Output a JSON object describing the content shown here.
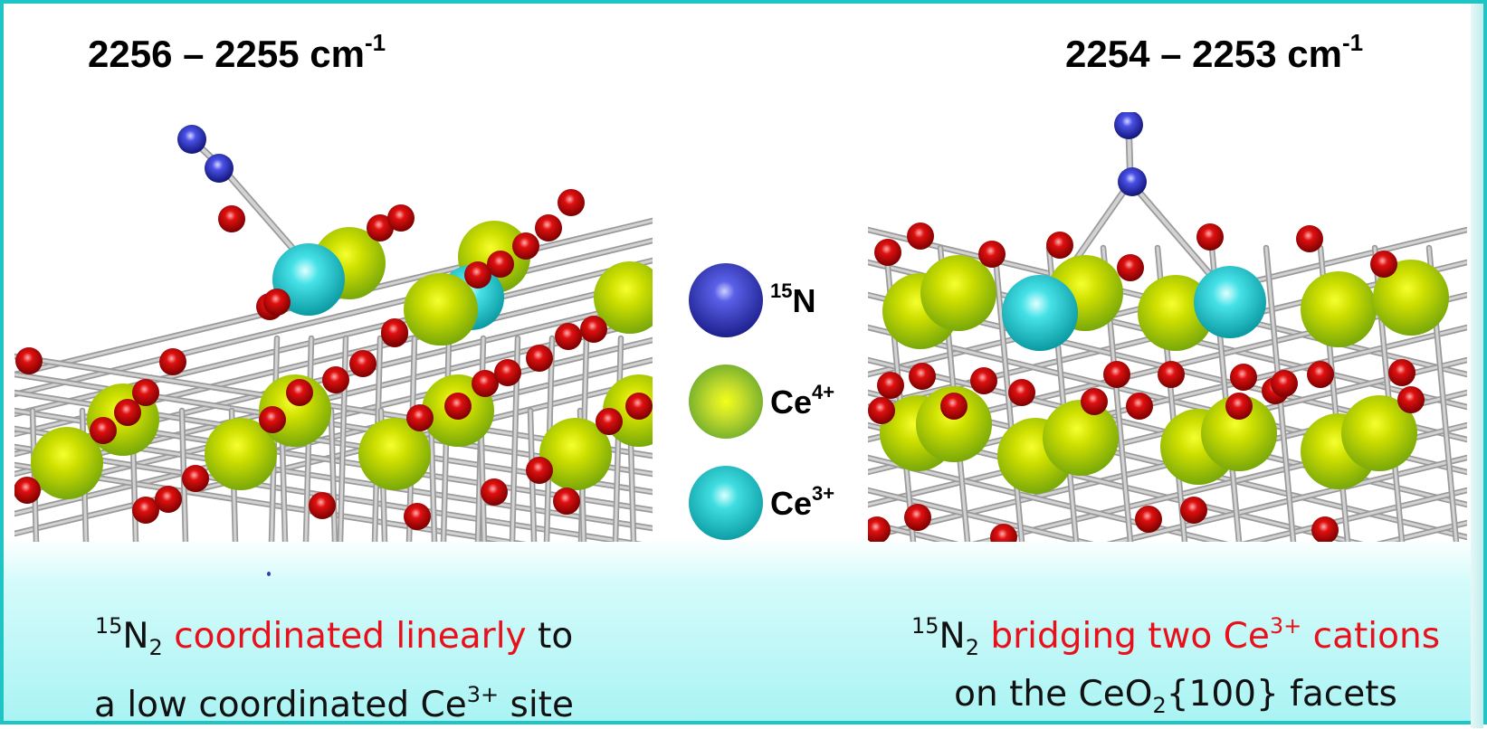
{
  "wavenumbers": {
    "left": {
      "value": "2256 – 2255 cm",
      "exponent": "-1"
    },
    "right": {
      "value": "2254 – 2253 cm",
      "exponent": "-1"
    }
  },
  "legend": [
    {
      "symbol": "N",
      "superscript": "15",
      "color": "#2f33c8",
      "icon": "nitrogen-atom-sphere"
    },
    {
      "symbol": "Ce",
      "superscript": "4+",
      "color": "#79b52c",
      "icon": "ce4-atom-sphere"
    },
    {
      "symbol": "Ce",
      "superscript": "3+",
      "color": "#16c4c4",
      "icon": "ce3-atom-sphere"
    }
  ],
  "captions": {
    "left": {
      "molecule_sup": "15",
      "molecule": "N",
      "molecule_sub": "2",
      "highlight": "coordinated linearly",
      "tail": " to",
      "line2_prefix": "a low coordinated Ce",
      "line2_sup": "3+",
      "line2_suffix": " site"
    },
    "right": {
      "molecule_sup": "15",
      "molecule": "N",
      "molecule_sub": "2",
      "highlight_prefix": "bridging two Ce",
      "highlight_sup": "3+",
      "highlight_suffix": " cations",
      "line2_prefix": "on the CeO",
      "line2_sub": "2",
      "line2_suffix": "{100} facets"
    }
  },
  "colors": {
    "nitrogen": "#2f33c8",
    "ce4": "#cfe000",
    "ce3": "#22c9d2",
    "oxygen": "#e01010",
    "bond": "#b8b8b8",
    "frame": "#1fc4c4",
    "highlight_text": "#e8101a"
  }
}
